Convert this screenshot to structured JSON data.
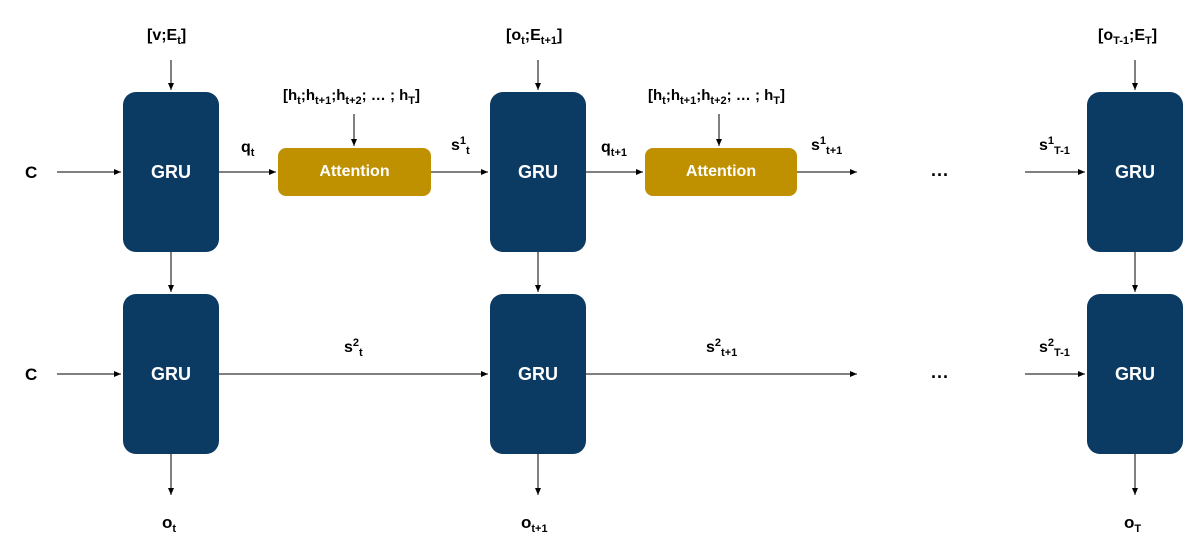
{
  "nodes": {
    "gru_label": "GRU",
    "attention_label": "Attention",
    "ellipsis": "..."
  },
  "colors": {
    "gru_fill": "#0b3a63",
    "attention_fill": "#bf9000"
  },
  "inputs": {
    "context": "C",
    "step1_open": "[v;E",
    "step1_sub": "t",
    "step1_close": "]",
    "step2_o": "[o",
    "step2_o_sub": "t",
    "step2_mid": ";E",
    "step2_E_sub": "t+1",
    "step2_close": "]",
    "step3_o": "[o",
    "step3_o_sub": "T-1",
    "step3_mid": ";E",
    "step3_E_sub": "T",
    "step3_close": "]"
  },
  "attention_inputs": {
    "open": "[h",
    "h1_sub": "t",
    "sep1": ";h",
    "h2_sub": "t+1",
    "sep2": ";h",
    "h3_sub": "t+2",
    "mid": "; … ; h",
    "h4_sub": "T",
    "close": "]"
  },
  "edges": {
    "q": "q",
    "q1_sub": "t",
    "q2_sub": "t+1",
    "s": "s",
    "sup1": "1",
    "sup2": "2",
    "s_t_sub": "t",
    "s_t1_sub": "t+1",
    "s_T1_sub": "T-1"
  },
  "outputs": {
    "o": "o",
    "o1_sub": "t",
    "o2_sub": "t+1",
    "o3_sub": "T"
  }
}
